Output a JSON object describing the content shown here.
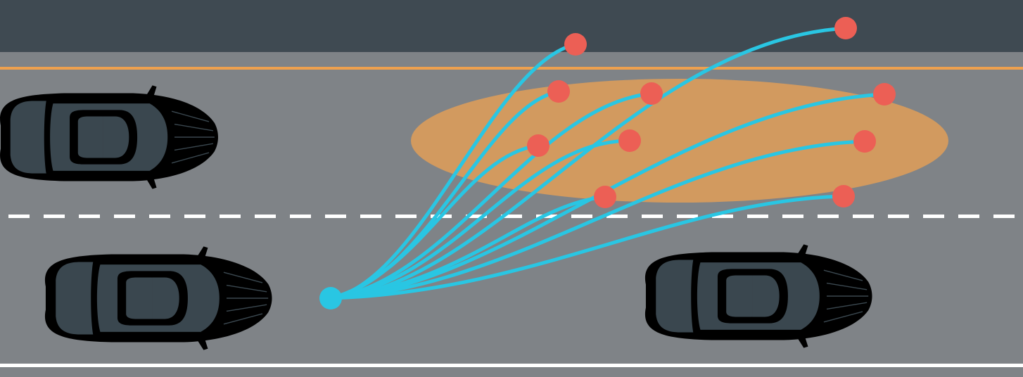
{
  "colors": {
    "sky": "#3f4a52",
    "road": "#7f8387",
    "road_edge_line": "#eda04e",
    "lane_dash": "#ffffff",
    "shoulder_line": "#ffffff",
    "uncertainty_zone": "#d29a5f",
    "trajectory": "#29c6e3",
    "endpoint": "#ec5f55",
    "start_point": "#29c6e3",
    "ego_car": "#2ec9e5",
    "other_car": "#36e8bf",
    "car_dark": "#3a474f"
  },
  "scene": {
    "ego_car": {
      "icon": "car-icon",
      "role": "ego vehicle"
    },
    "other_cars": [
      {
        "icon": "car-icon"
      },
      {
        "icon": "car-icon"
      }
    ],
    "trajectory_count": 10,
    "endpoint_count": 10
  }
}
